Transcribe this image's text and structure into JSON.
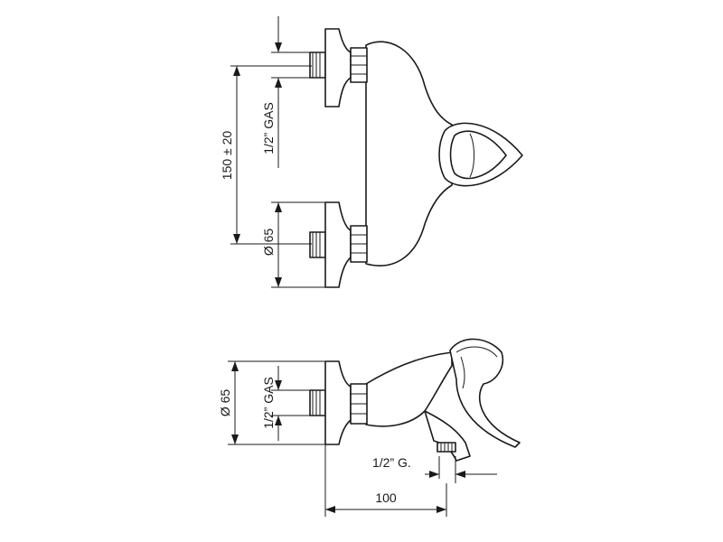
{
  "drawing": {
    "top_view": {
      "dim_center_distance": "150 ± 20",
      "dim_thread": "1/2” GAS",
      "dim_rosette": "Ø 65"
    },
    "side_view": {
      "dim_rosette": "Ø 65",
      "dim_thread": "1/2” GAS",
      "dim_outlet": "1/2” G.",
      "dim_projection": "100"
    },
    "colors": {
      "line": "#1a1a1a",
      "background": "#ffffff"
    }
  }
}
